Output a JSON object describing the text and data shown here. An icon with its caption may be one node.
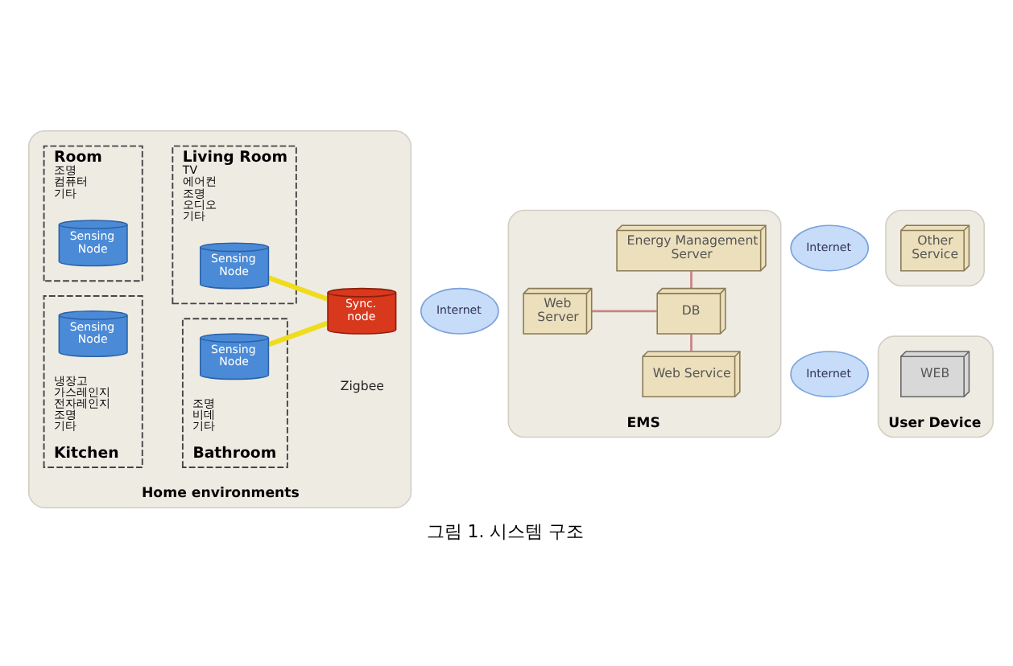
{
  "diagram": {
    "caption": "그림 1. 시스템 구조",
    "nodes": [
      {
        "text": [
          "Home environments"
        ]
      },
      {
        "text": [
          "Room",
          "조명 컴퓨터 기타"
        ],
        "in": 0
      },
      {
        "text": [
          "Sensing Node"
        ],
        "in": 1
      },
      {
        "text": [
          "Living Room",
          "TV 에어컨 조명 오디오 기타"
        ],
        "in": 0
      },
      {
        "text": [
          "Sensing Node"
        ],
        "in": 3
      },
      {
        "text": [
          "Sync. node"
        ],
        "beside": [
          "Zigbee"
        ],
        "in": 0
      },
      {
        "text": [
          "냉장고 가스레인지 전자레인지 조명 기타",
          "Kitchen"
        ],
        "in": 0
      },
      {
        "text": [
          "Sensing Node"
        ],
        "in": 6
      },
      {
        "text": [
          "조명 비데 기타",
          "Bathroom"
        ],
        "in": 0
      },
      {
        "text": [
          "Sensing Node"
        ],
        "in": 8
      },
      {
        "text": [
          "Internet"
        ]
      },
      {
        "text": [
          "EMS"
        ]
      },
      {
        "text": [
          "Energy Management Server"
        ],
        "in": 11
      },
      {
        "text": [
          "Web Server"
        ],
        "in": 11
      },
      {
        "text": [
          "DB"
        ],
        "in": 11
      },
      {
        "text": [
          "Web Service"
        ],
        "in": 11
      },
      {
        "text": [
          "Internet"
        ]
      },
      {
        "text": [],
        "shape": "box"
      },
      {
        "text": [
          "Other Service"
        ],
        "in": 17
      },
      {
        "text": [
          "Internet"
        ]
      },
      {
        "text": [
          "User Device"
        ]
      },
      {
        "text": [
          "WEB"
        ],
        "in": 20
      }
    ],
    "edges": [
      {
        "from": 4,
        "to": 5,
        "arrow": "none",
        "style": "thick",
        "color": "#f0dc1e"
      },
      {
        "from": 9,
        "to": 5,
        "arrow": "none",
        "style": "thick",
        "color": "#f0dc1e"
      },
      {
        "from": 14,
        "to": 12,
        "arrow": "none"
      },
      {
        "from": 13,
        "to": 14,
        "arrow": "none"
      },
      {
        "from": 15,
        "to": 14,
        "arrow": "none"
      }
    ]
  }
}
